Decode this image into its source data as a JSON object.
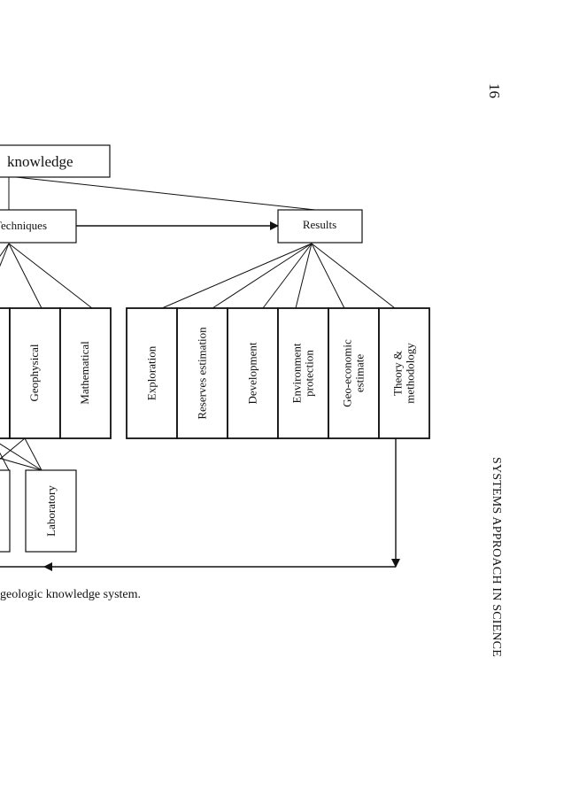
{
  "page": {
    "page_number": "16",
    "running_head": "SYSTEMS APPROACH IN SCIENCE",
    "caption": "geologic knowledge system."
  },
  "diagram": {
    "top_node": "knowledge",
    "techniques_node": "Techniques",
    "results_node": "Results",
    "technique_boxes": [
      "Geophysical",
      "Mathematical"
    ],
    "result_boxes": [
      [
        "Exploration"
      ],
      [
        "Reserves estimation"
      ],
      [
        "Development"
      ],
      [
        "Environment",
        "protection"
      ],
      [
        "Geo-economic",
        "estimate"
      ],
      [
        "Theory &",
        "methodology"
      ]
    ],
    "lower_boxes": [
      "Laboratory"
    ]
  }
}
